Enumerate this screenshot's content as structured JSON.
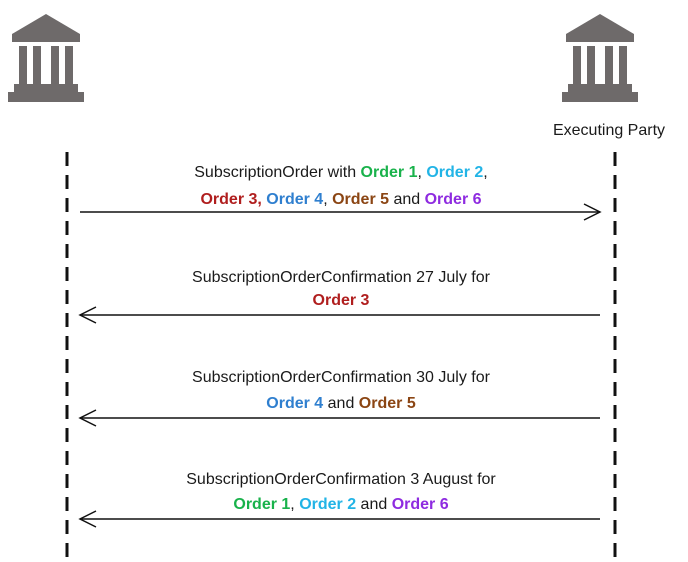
{
  "participants": {
    "left": {
      "icon": "bank-building-icon",
      "label": ""
    },
    "right": {
      "icon": "bank-building-icon",
      "label": "Executing Party"
    }
  },
  "colors": {
    "order1": "#19b24b",
    "order2": "#22b4e6",
    "order3": "#b01e1e",
    "order4": "#2f7fcf",
    "order5": "#8b4513",
    "order6": "#8e2be0",
    "text": "#1a1a1a",
    "building": "#6e6a6a"
  },
  "messages": [
    {
      "direction": "left-to-right",
      "lines": [
        [
          {
            "text": "SubscriptionOrder with "
          },
          {
            "text": "Order 1",
            "color": "order1"
          },
          {
            "text": ", "
          },
          {
            "text": "Order 2",
            "color": "order2"
          },
          {
            "text": ","
          }
        ],
        [
          {
            "text": "Order 3,",
            "color": "order3"
          },
          {
            "text": " "
          },
          {
            "text": "Order 4",
            "color": "order4"
          },
          {
            "text": ", "
          },
          {
            "text": "Order 5",
            "color": "order5"
          },
          {
            "text": " and "
          },
          {
            "text": "Order 6",
            "color": "order6"
          }
        ]
      ]
    },
    {
      "direction": "right-to-left",
      "lines": [
        [
          {
            "text": "SubscriptionOrderConfirmation 27 July for"
          }
        ],
        [
          {
            "text": "Order 3",
            "color": "order3"
          }
        ]
      ]
    },
    {
      "direction": "right-to-left",
      "lines": [
        [
          {
            "text": "SubscriptionOrderConfirmation 30 July for"
          }
        ],
        [
          {
            "text": "Order 4",
            "color": "order4"
          },
          {
            "text": " and "
          },
          {
            "text": "Order 5",
            "color": "order5"
          }
        ]
      ]
    },
    {
      "direction": "right-to-left",
      "lines": [
        [
          {
            "text": "SubscriptionOrderConfirmation 3 August for"
          }
        ],
        [
          {
            "text": "Order 1",
            "color": "order1"
          },
          {
            "text": ", "
          },
          {
            "text": "Order 2",
            "color": "order2"
          },
          {
            "text": " and "
          },
          {
            "text": "Order 6",
            "color": "order6"
          }
        ]
      ]
    }
  ]
}
